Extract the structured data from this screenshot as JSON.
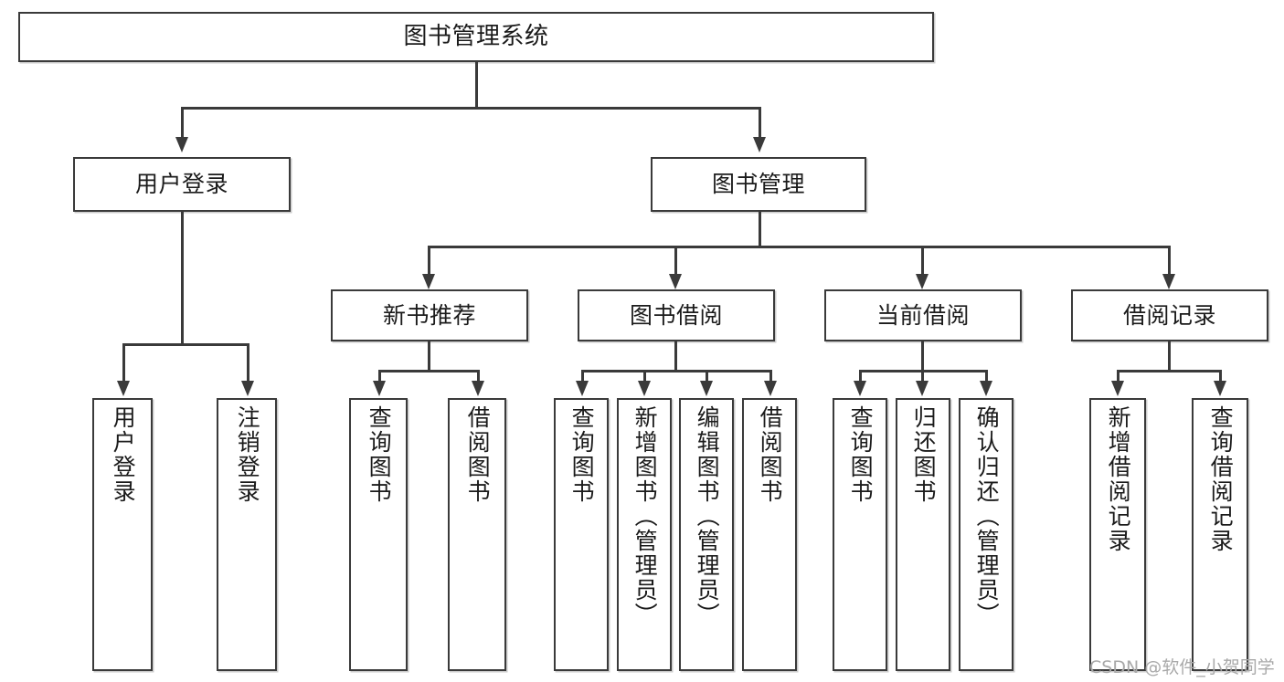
{
  "diagram": {
    "title": "图书管理系统",
    "type": "tree",
    "root": {
      "label": "图书管理系统"
    },
    "level1": [
      {
        "id": "user-login",
        "label": "用户登录"
      },
      {
        "id": "book-management",
        "label": "图书管理"
      }
    ],
    "level2": [
      {
        "id": "new-book-recommend",
        "label": "新书推荐",
        "parent": "book-management"
      },
      {
        "id": "book-borrow",
        "label": "图书借阅",
        "parent": "book-management"
      },
      {
        "id": "current-borrow",
        "label": "当前借阅",
        "parent": "book-management"
      },
      {
        "id": "borrow-record",
        "label": "借阅记录",
        "parent": "book-management"
      }
    ],
    "leaves": {
      "user-login": [
        {
          "id": "leaf-user-login",
          "label": "用户登录"
        },
        {
          "id": "leaf-logout-login",
          "label": "注销登录"
        }
      ],
      "new-book-recommend": [
        {
          "id": "leaf-query-book-1",
          "label": "查询图书"
        },
        {
          "id": "leaf-borrow-book-1",
          "label": "借阅图书"
        }
      ],
      "book-borrow": [
        {
          "id": "leaf-query-book-2",
          "label": "查询图书"
        },
        {
          "id": "leaf-add-book",
          "label": "新增图书（管理员）"
        },
        {
          "id": "leaf-edit-book",
          "label": "编辑图书（管理员）"
        },
        {
          "id": "leaf-borrow-book-2",
          "label": "借阅图书"
        }
      ],
      "current-borrow": [
        {
          "id": "leaf-query-book-3",
          "label": "查询图书"
        },
        {
          "id": "leaf-return-book",
          "label": "归还图书"
        },
        {
          "id": "leaf-confirm-return",
          "label": "确认归还（管理员）"
        }
      ],
      "borrow-record": [
        {
          "id": "leaf-add-record",
          "label": "新增借阅记录"
        },
        {
          "id": "leaf-query-record",
          "label": "查询借阅记录"
        }
      ]
    }
  },
  "watermark": {
    "text": "CSDN @软件_小贺同学"
  },
  "colors": {
    "stroke": "#3a3a3a",
    "fill": "#ffffff",
    "text": "#1b1b1b",
    "watermark": "#a9a9a9"
  }
}
